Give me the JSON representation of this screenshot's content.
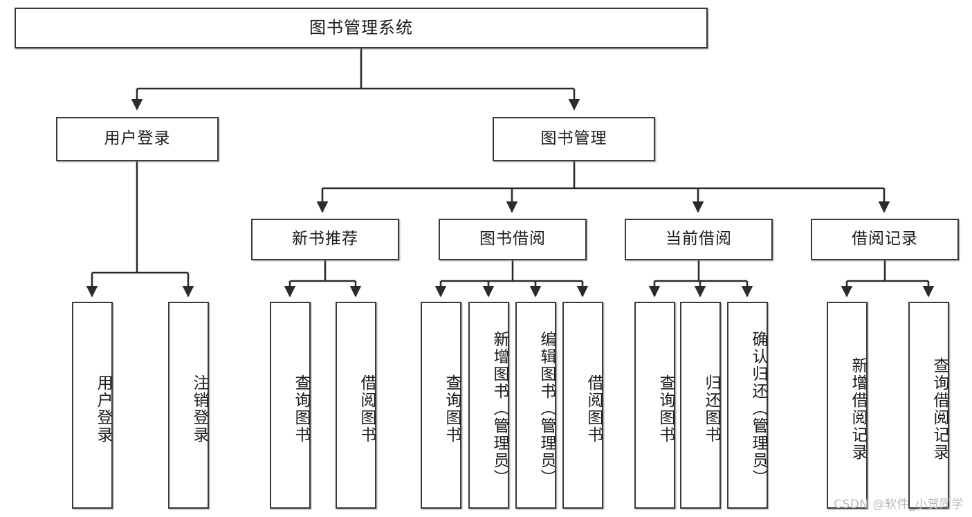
{
  "diagram": {
    "title": "图书管理系统",
    "type": "tree",
    "watermark": "CSDN @软件_小贺同学",
    "colors": {
      "background": "#ffffff",
      "node_border": "#3a3a3a",
      "node_fill": "#ffffff",
      "edge": "#2b2b2b",
      "watermark": "#b9b9b9"
    },
    "nodes": {
      "root": {
        "label": "图书管理系统"
      },
      "level2": [
        {
          "id": "user-login",
          "label": "用户登录"
        },
        {
          "id": "book-manage",
          "label": "图书管理"
        }
      ],
      "level3": [
        {
          "id": "new-book-recommend",
          "label": "新书推荐"
        },
        {
          "id": "book-borrow",
          "label": "图书借阅"
        },
        {
          "id": "current-borrow",
          "label": "当前借阅"
        },
        {
          "id": "borrow-record",
          "label": "借阅记录"
        }
      ],
      "leaves": {
        "user-login": [
          {
            "id": "leaf-user-login",
            "label": "用户登录"
          },
          {
            "id": "leaf-logout-login",
            "label": "注销登录"
          }
        ],
        "new-book-recommend": [
          {
            "id": "leaf-query-book-1",
            "label": "查询图书"
          },
          {
            "id": "leaf-borrow-book-1",
            "label": "借阅图书"
          }
        ],
        "book-borrow": [
          {
            "id": "leaf-query-book-2",
            "label": "查询图书"
          },
          {
            "id": "leaf-add-book",
            "label": "新增图书（管理员）"
          },
          {
            "id": "leaf-edit-book",
            "label": "编辑图书（管理员）"
          },
          {
            "id": "leaf-borrow-book-2",
            "label": "借阅图书"
          }
        ],
        "current-borrow": [
          {
            "id": "leaf-query-book-3",
            "label": "查询图书"
          },
          {
            "id": "leaf-return-book",
            "label": "归还图书"
          },
          {
            "id": "leaf-confirm-return",
            "label": "确认归还（管理员）"
          }
        ],
        "borrow-record": [
          {
            "id": "leaf-add-record",
            "label": "新增借阅记录"
          },
          {
            "id": "leaf-query-record",
            "label": "查询借阅记录"
          }
        ]
      }
    }
  }
}
